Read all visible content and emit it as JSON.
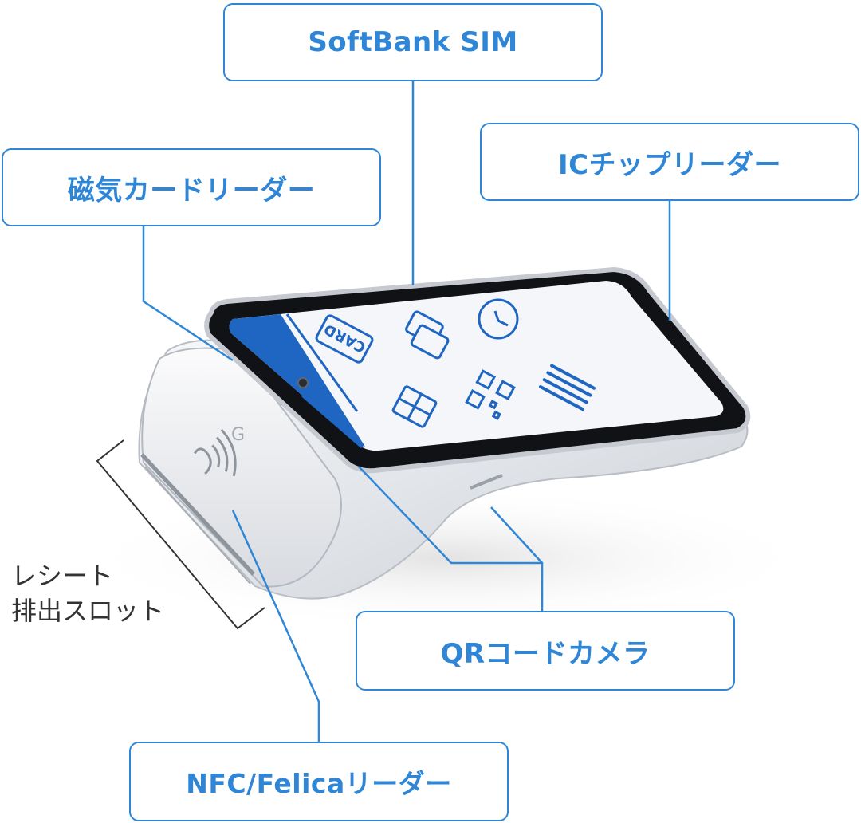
{
  "labels": {
    "softbank_sim": "SoftBank SIM",
    "ic_chip_reader": "ICチップリーダー",
    "magnetic_card_reader": "磁気カードリーダー",
    "qr_code_camera": "QRコードカメラ",
    "nfc_felica_reader": "NFC/Felicaリーダー",
    "receipt_slot": "レシート\n排出スロット"
  },
  "screen": {
    "card_badge": "CARD"
  },
  "colors": {
    "accent": "#2f86d6",
    "label_text": "#333333",
    "device_body": "#e9ebee",
    "screen_blue": "#1f66c2"
  }
}
